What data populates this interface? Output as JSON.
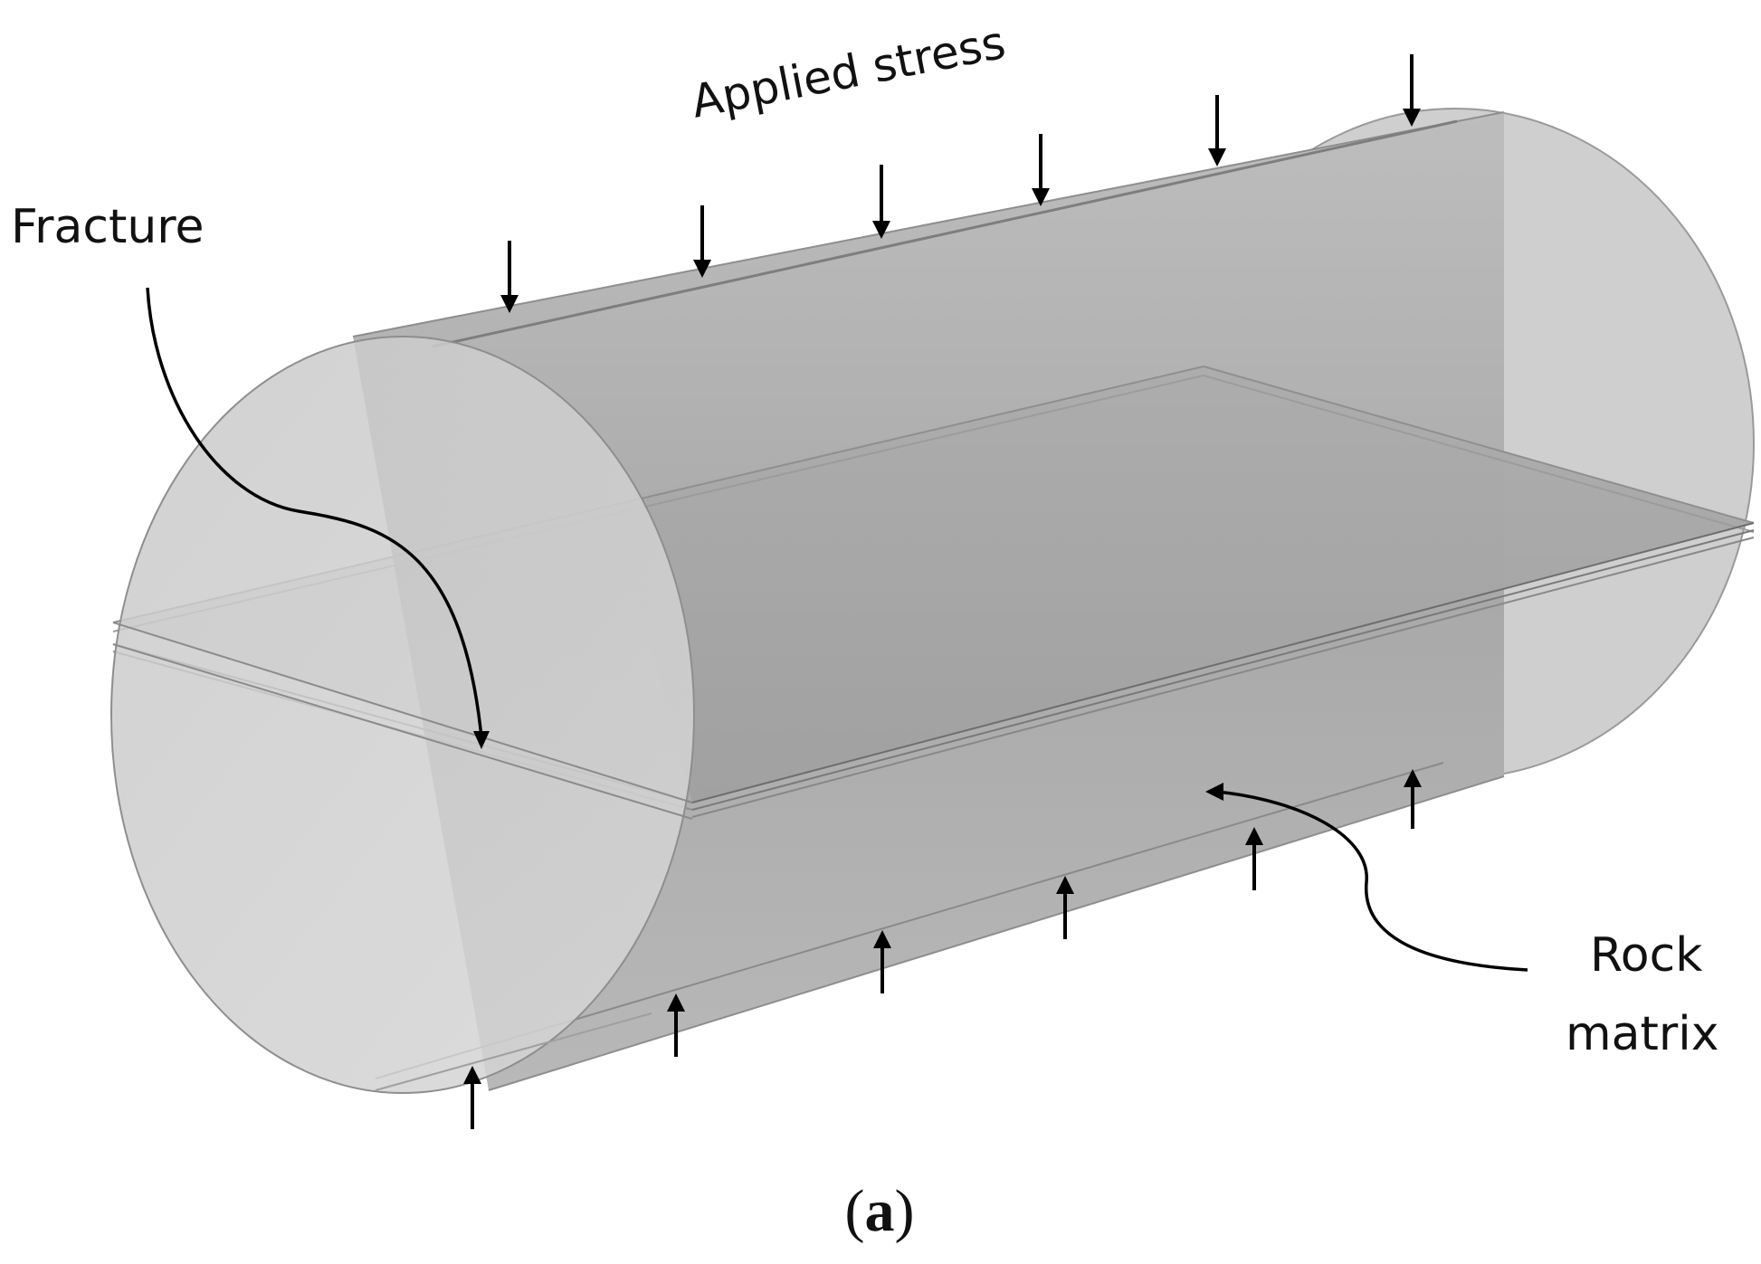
{
  "labels": {
    "applied_stress": "Applied stress",
    "fracture": "Fracture",
    "rock_line1": "Rock",
    "rock_line2": "matrix"
  },
  "caption": {
    "open": "(",
    "letter": "a",
    "close": ")"
  },
  "colors": {
    "face": "#c6c6c6",
    "body": "#b4b4b4",
    "inner": "#a8a8a8",
    "edge": "#8a8a8a",
    "arrow": "#000000"
  },
  "icons": {
    "stress_arrow_down": "arrow-down-icon",
    "stress_arrow_up": "arrow-up-icon"
  }
}
